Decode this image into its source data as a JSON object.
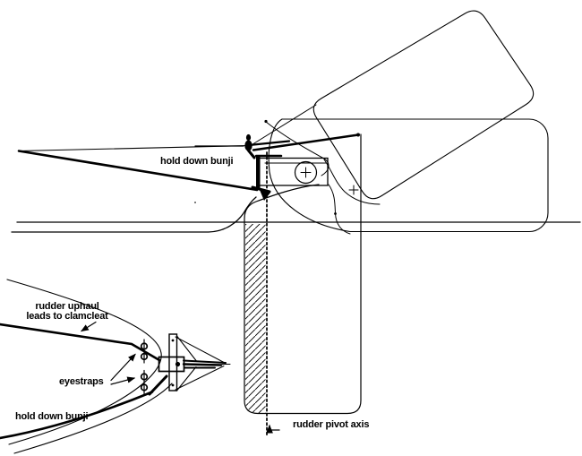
{
  "diagram": {
    "background_color": "#ffffff",
    "stroke_color": "#000000",
    "side_view": {
      "label_hold_down_bunji": "hold down bunji",
      "label_rudder_pivot_axis": "rudder pivot axis"
    },
    "top_view": {
      "label_rudder_uphaul_line1": "rudder uphaul",
      "label_rudder_uphaul_line2": "leads to clamcleat",
      "label_eyestraps": "eyestraps",
      "label_hold_down_bunji": "hold down bunji"
    }
  }
}
